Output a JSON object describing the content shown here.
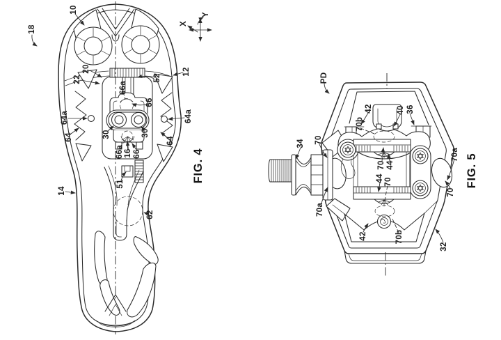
{
  "colors": {
    "background": "#ffffff",
    "ink": "#2a2a2a"
  },
  "figure4": {
    "caption": "FIG. 4",
    "axis": {
      "x": "X",
      "y": "Y"
    },
    "ref_labels": [
      "18",
      "10",
      "12",
      "14",
      "20",
      "22",
      "52",
      "66a",
      "66",
      "64a",
      "64a",
      "30",
      "30",
      "64",
      "64",
      "66a",
      "16",
      "66",
      "51",
      "62"
    ]
  },
  "figure5": {
    "caption": "FIG. 5",
    "ref_labels": [
      "PD",
      "34",
      "70",
      "42",
      "70b",
      "40",
      "36",
      "70",
      "44",
      "44",
      "70",
      "70a",
      "70",
      "70a",
      "42",
      "70b",
      "32"
    ]
  }
}
